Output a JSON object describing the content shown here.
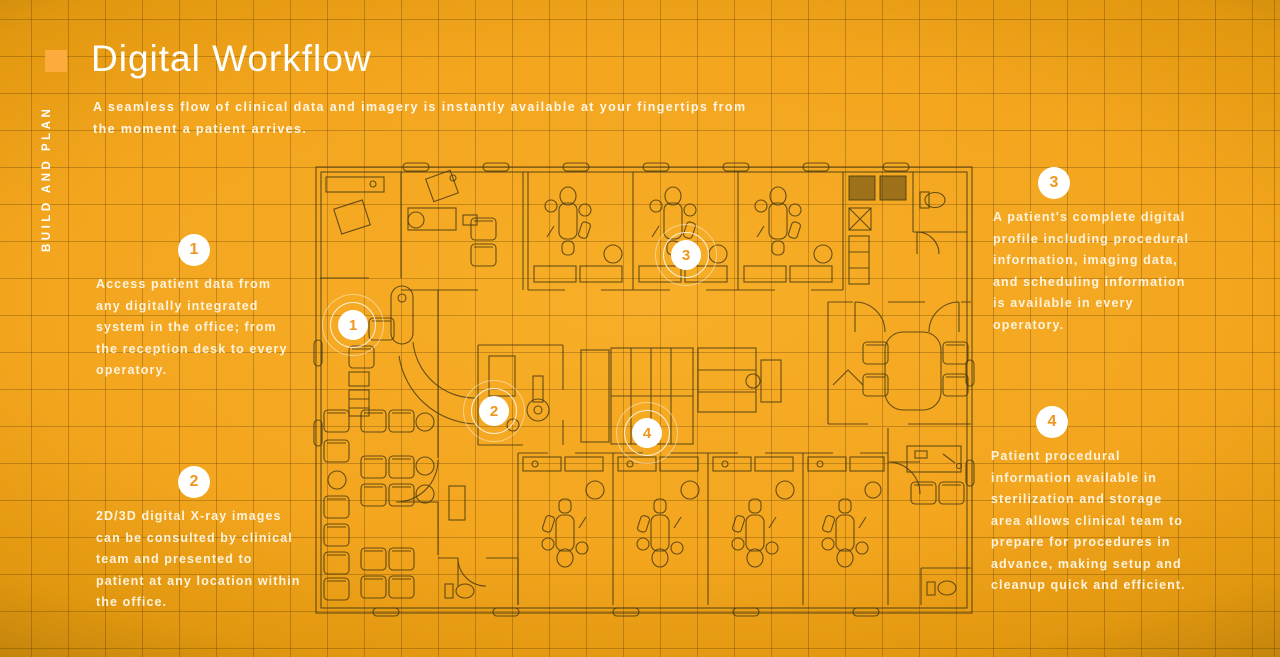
{
  "colors": {
    "background_orange": "#f3a51e",
    "accent_orange": "#fbac3d",
    "number_orange": "#f0961c",
    "plan_line": "#453811",
    "text_white": "#ffffff"
  },
  "header": {
    "eyebrow": "BUILD AND PLAN",
    "title": "Digital Workflow",
    "subtitle": "A seamless flow of clinical data and imagery is instantly available at your fingertips from the moment a patient arrives."
  },
  "callouts": [
    {
      "number": "1",
      "text": "Access patient data from any digitally integrated system in the office; from the reception desk to every operatory."
    },
    {
      "number": "2",
      "text": "2D/3D digital X-ray images can be consulted by clinical team and presented to patient at any location within the office."
    },
    {
      "number": "3",
      "text": "A patient's complete digital profile including procedural information, imaging data, and scheduling information is available in every operatory."
    },
    {
      "number": "4",
      "text": "Patient procedural information available in sterilization and storage area allows clinical team to prepare for procedures in advance, making setup and cleanup quick and efficient."
    }
  ],
  "plan_markers": [
    {
      "number": "1"
    },
    {
      "number": "2"
    },
    {
      "number": "3"
    },
    {
      "number": "4"
    }
  ]
}
